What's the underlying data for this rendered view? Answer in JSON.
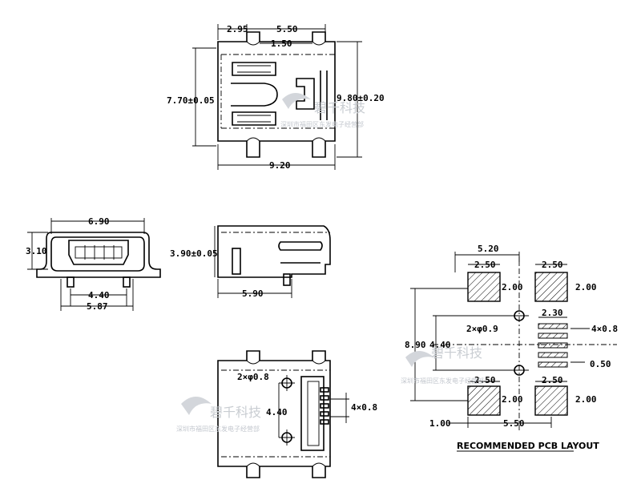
{
  "drawing": {
    "top_view": {
      "dim_width_left": "2.95",
      "dim_width_mid": "5.50",
      "dim_slot": "1.50",
      "dim_height": "7.70±0.05",
      "dim_height_total": "9.80±0.20",
      "dim_total_width": "9.20"
    },
    "front_view": {
      "dim_width": "6.90",
      "dim_height": "3.10",
      "dim_pin_span": "4.40",
      "dim_total": "5.87"
    },
    "side_view": {
      "dim_height": "3.90±0.05",
      "dim_length": "5.90"
    },
    "bottom_view": {
      "dim_holes": "2×φ0.8",
      "dim_hole_span": "4.40",
      "dim_pitch": "4×0.8"
    },
    "pcb_layout": {
      "dim_total_width": "5.20",
      "dim_pad_left_top": "2.50",
      "dim_pad_right_top": "2.50",
      "dim_pad_h_left_top": "2.00",
      "dim_pad_h_right_top": "2.00",
      "dim_pin_len": "2.30",
      "dim_holes": "2×φ0.9",
      "dim_pitch": "4×0.8",
      "dim_pin_w": "0.50",
      "dim_total_h": "8.90",
      "dim_hole_span": "4.40",
      "dim_pad_left_bot": "2.50",
      "dim_pad_right_bot": "2.50",
      "dim_pad_h_left_bot": "2.00",
      "dim_pad_h_right_bot": "2.00",
      "dim_offset": "1.00",
      "dim_pad_gap": "5.50",
      "title": "RECOMMENDED PCB LAYOUT"
    },
    "watermark": {
      "brand": "碧千科技",
      "company": "深圳市福田区东发电子经营部"
    }
  }
}
